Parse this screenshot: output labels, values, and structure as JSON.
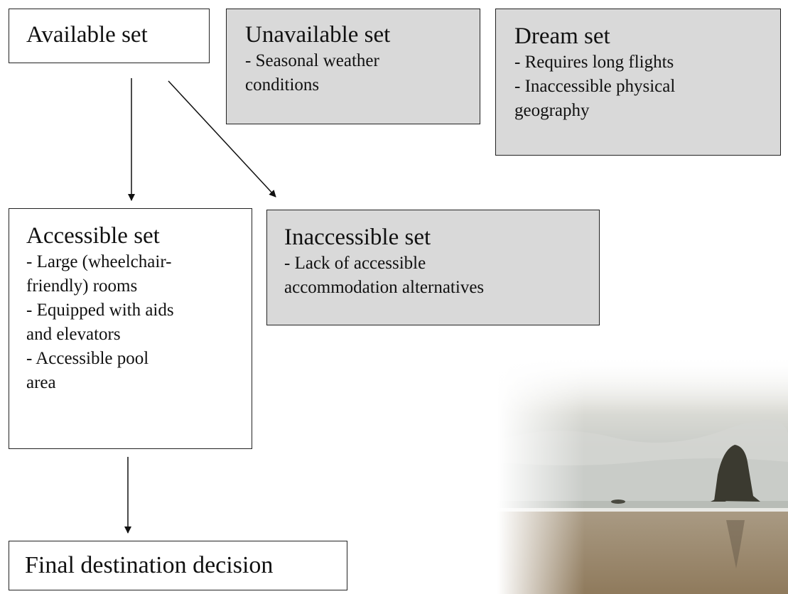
{
  "nodes": {
    "available": {
      "title": "Available set"
    },
    "unavailable": {
      "title": "Unavailable set",
      "lines": [
        "- Seasonal weather",
        "conditions"
      ]
    },
    "dream": {
      "title": "Dream set",
      "lines": [
        "- Requires long flights",
        "- Inaccessible physical",
        "geography"
      ]
    },
    "accessible": {
      "title": "Accessible set",
      "lines": [
        "- Large (wheelchair-",
        "friendly) rooms",
        "- Equipped with aids",
        "and elevators",
        "- Accessible pool",
        "area"
      ]
    },
    "inaccessible": {
      "title": "Inaccessible set",
      "lines": [
        "- Lack of accessible",
        "accommodation alternatives"
      ]
    },
    "final": {
      "title": "Final destination decision"
    }
  },
  "edges": [
    {
      "from": "available",
      "to": "accessible"
    },
    {
      "from": "available",
      "to": "inaccessible"
    },
    {
      "from": "accessible",
      "to": "final"
    }
  ],
  "colors": {
    "gray_box": "#d9d9d9",
    "border": "#222222"
  }
}
